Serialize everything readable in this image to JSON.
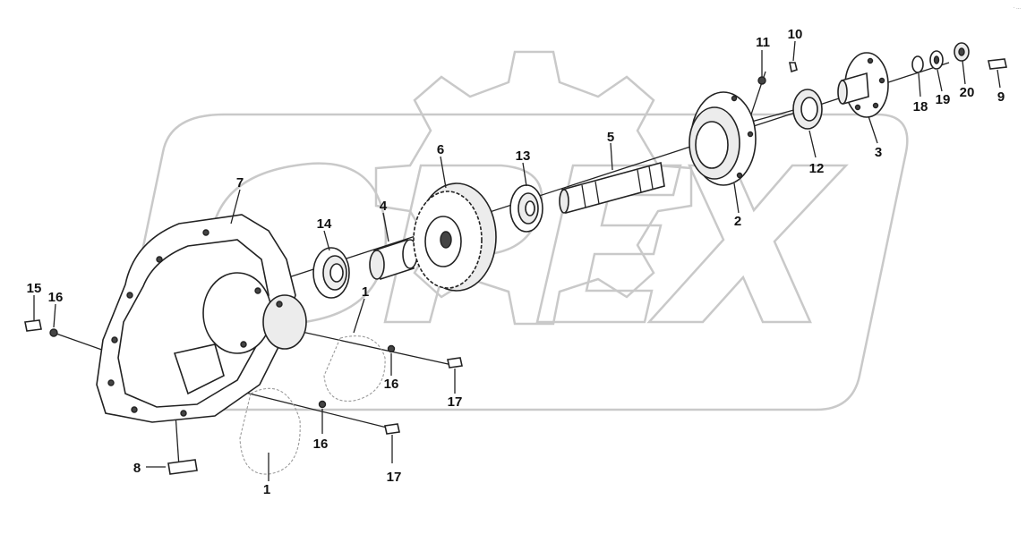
{
  "watermark": {
    "text": "OPEX"
  },
  "corner_mark": "· ...",
  "callouts": [
    {
      "key": "c1a",
      "label": "1"
    },
    {
      "key": "c1b",
      "label": "1"
    },
    {
      "key": "c2",
      "label": "2"
    },
    {
      "key": "c3",
      "label": "3"
    },
    {
      "key": "c4",
      "label": "4"
    },
    {
      "key": "c5",
      "label": "5"
    },
    {
      "key": "c6",
      "label": "6"
    },
    {
      "key": "c7",
      "label": "7"
    },
    {
      "key": "c8",
      "label": "8"
    },
    {
      "key": "c9",
      "label": "9"
    },
    {
      "key": "c10",
      "label": "10"
    },
    {
      "key": "c11",
      "label": "11"
    },
    {
      "key": "c12",
      "label": "12"
    },
    {
      "key": "c13",
      "label": "13"
    },
    {
      "key": "c14",
      "label": "14"
    },
    {
      "key": "c15",
      "label": "15"
    },
    {
      "key": "c16a",
      "label": "16"
    },
    {
      "key": "c16b",
      "label": "16"
    },
    {
      "key": "c16c",
      "label": "16"
    },
    {
      "key": "c17a",
      "label": "17"
    },
    {
      "key": "c17b",
      "label": "17"
    },
    {
      "key": "c18",
      "label": "18"
    },
    {
      "key": "c19",
      "label": "19"
    },
    {
      "key": "c20",
      "label": "20"
    }
  ]
}
